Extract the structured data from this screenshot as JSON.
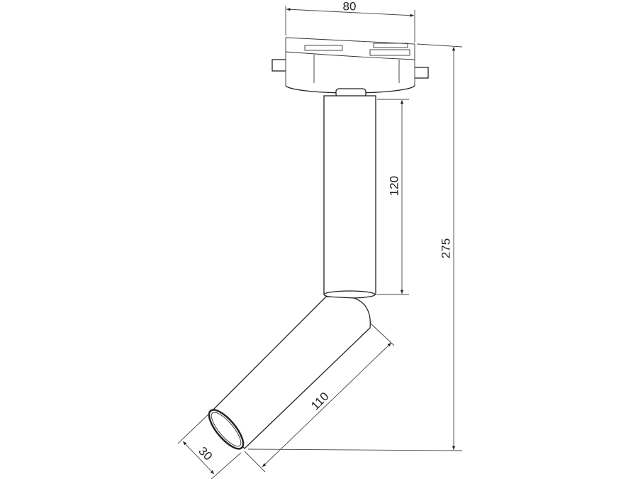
{
  "drawing": {
    "dimensions": {
      "adapter_width": "80",
      "stem_height": "120",
      "total_height": "275",
      "head_length": "110",
      "head_diameter": "30"
    }
  }
}
